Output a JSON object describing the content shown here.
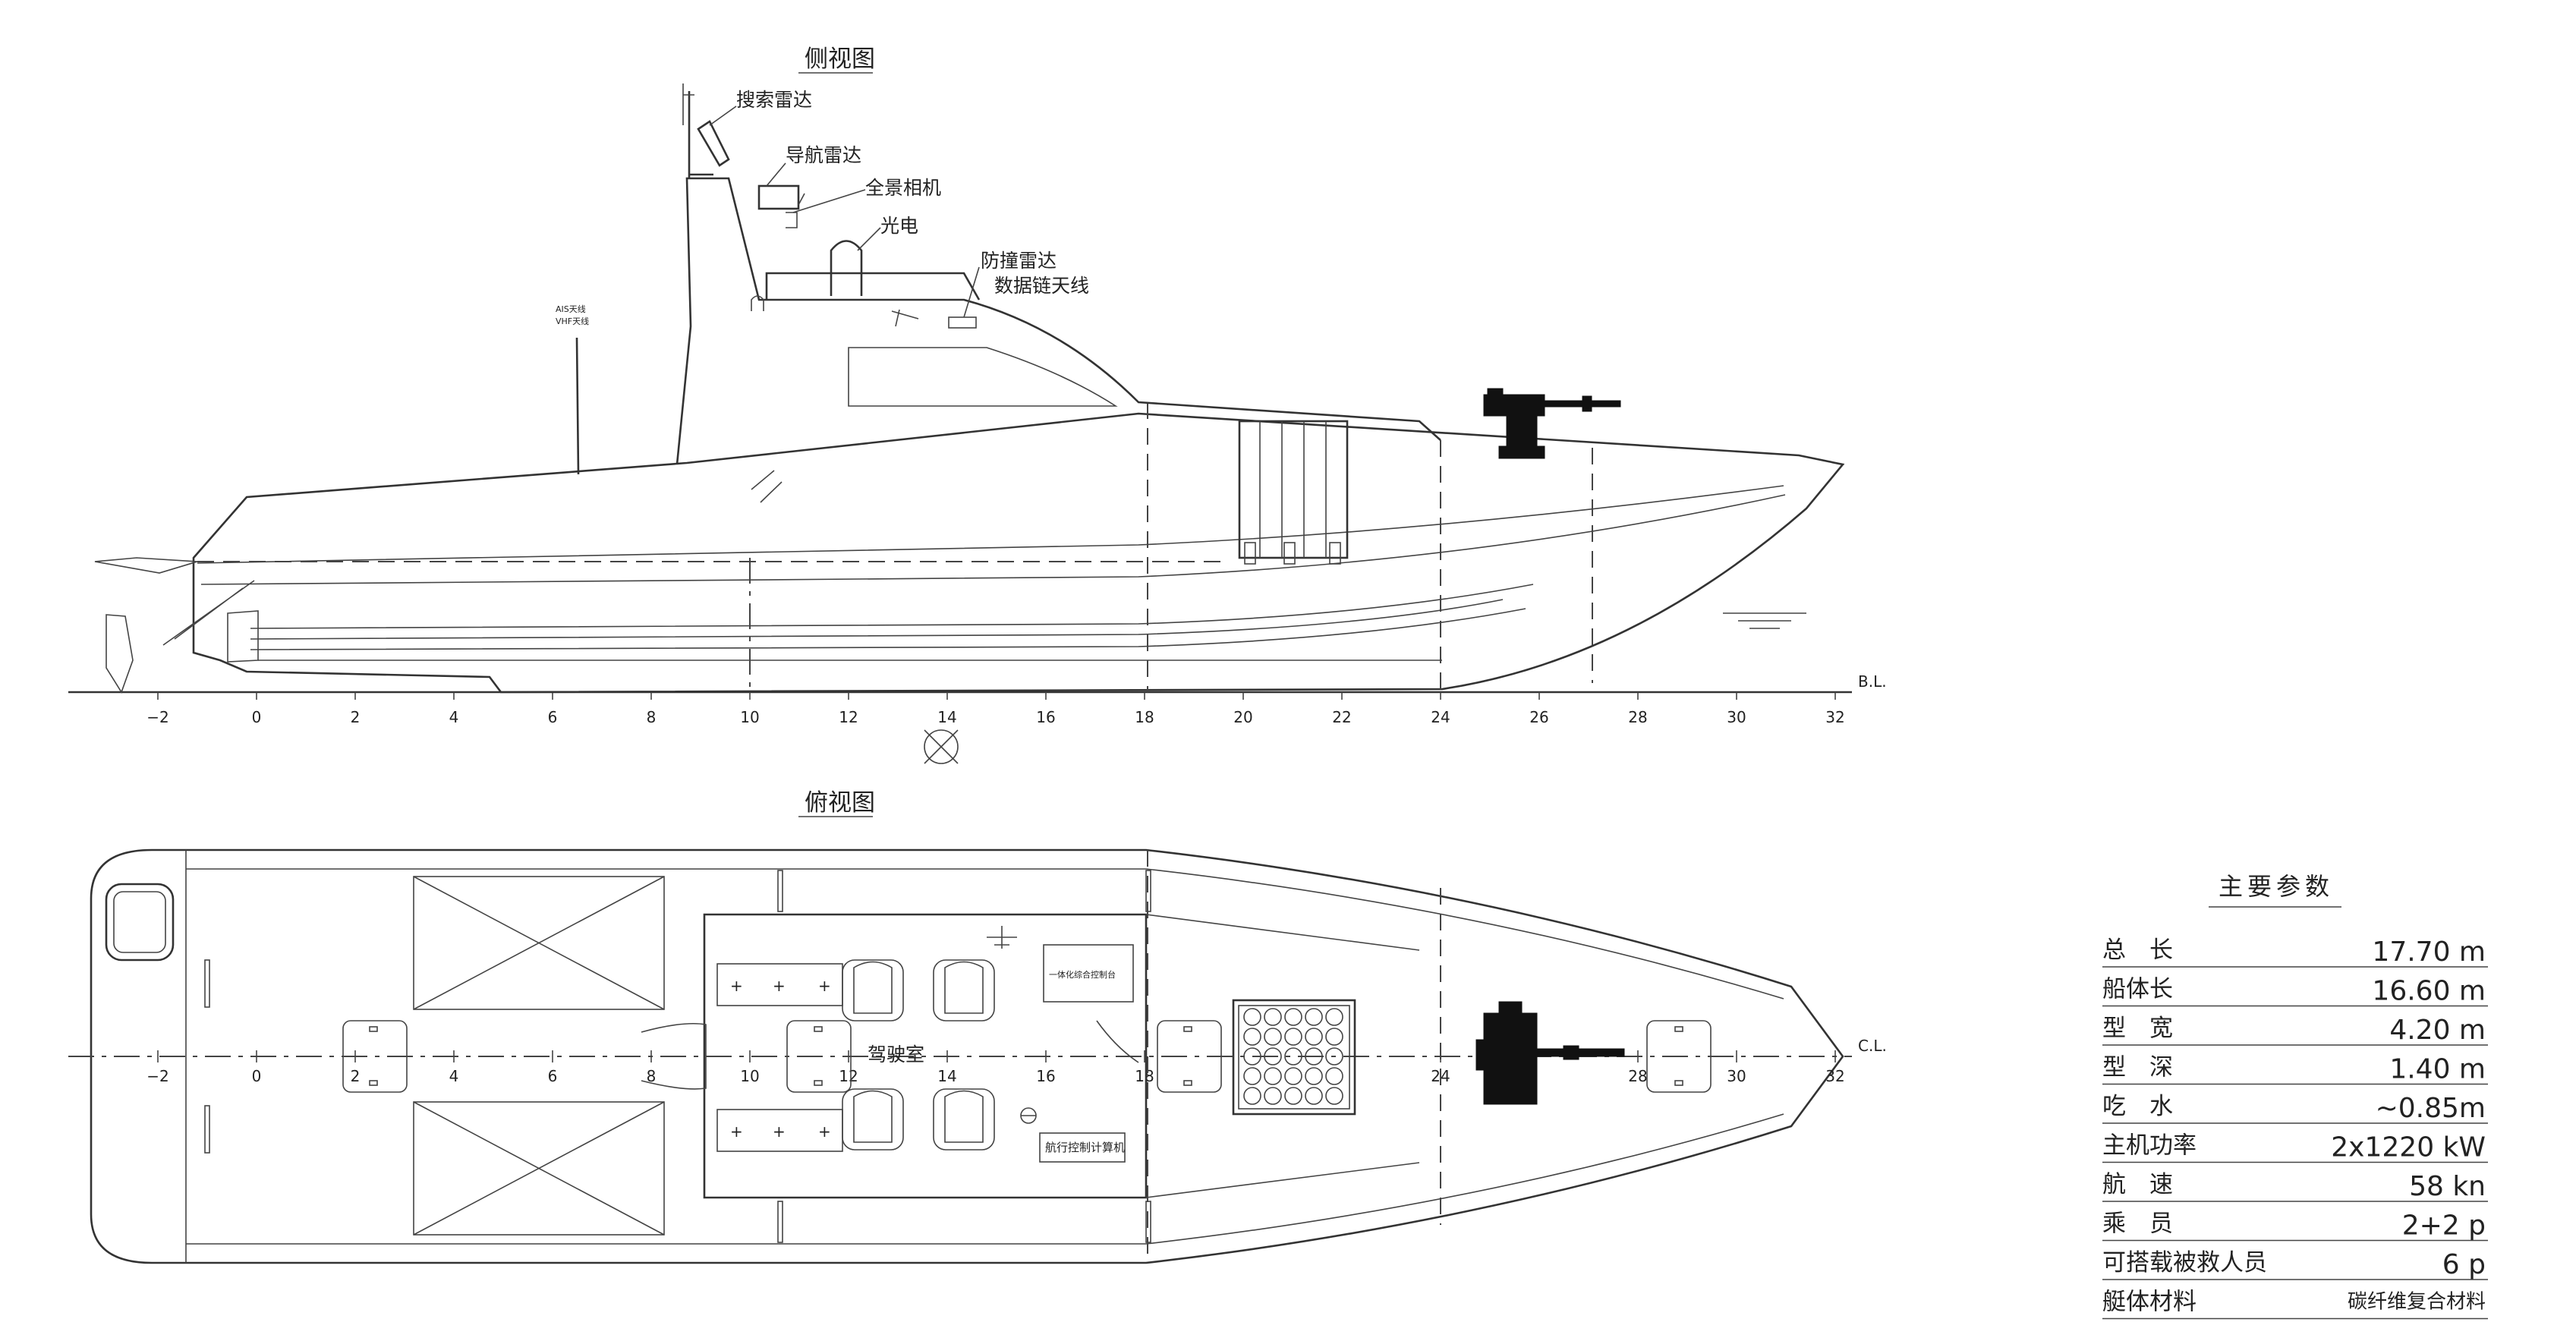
{
  "side_view": {
    "title": "侧视图",
    "callouts": {
      "search_radar": "搜索雷达",
      "nav_radar": "导航雷达",
      "panoramic_camera": "全景相机",
      "electro_optic": "光电",
      "collision_radar": "防撞雷达",
      "datalink_antenna": "数据链天线"
    },
    "antenna_labels": {
      "ais": "AIS天线",
      "vhf": "VHF天线"
    },
    "baseline_label": "B.L.",
    "ticks": [
      "−2",
      "0",
      "2",
      "4",
      "6",
      "8",
      "10",
      "12",
      "14",
      "16",
      "18",
      "20",
      "22",
      "24",
      "26",
      "28",
      "30",
      "32"
    ]
  },
  "top_view": {
    "title": "俯视图",
    "wheelhouse_label": "驾驶室",
    "nav_computer_label": "航行控制计算机",
    "console_label": "一体化综合控制台",
    "centerline_label": "C.L.",
    "ticks": [
      "−2",
      "0",
      "2",
      "4",
      "6",
      "8",
      "10",
      "12",
      "14",
      "16",
      "18",
      "24",
      "28",
      "30",
      "32"
    ]
  },
  "params": {
    "title": "主要参数",
    "rows": [
      {
        "label": "总　长",
        "value": "17.70 m"
      },
      {
        "label": "船体长",
        "value": "16.60 m"
      },
      {
        "label": "型　宽",
        "value": "4.20 m"
      },
      {
        "label": "型　深",
        "value": "1.40 m"
      },
      {
        "label": "吃　水",
        "value": "~0.85m"
      },
      {
        "label": "主机功率",
        "value": "2x1220 kW"
      },
      {
        "label": "航　速",
        "value": "58 kn"
      },
      {
        "label": "乘　员",
        "value": "2+2 p"
      },
      {
        "label": "可搭载被救人员",
        "value": "6 p"
      },
      {
        "label": "艇体材料",
        "value": "碳纤维复合材料"
      }
    ]
  }
}
